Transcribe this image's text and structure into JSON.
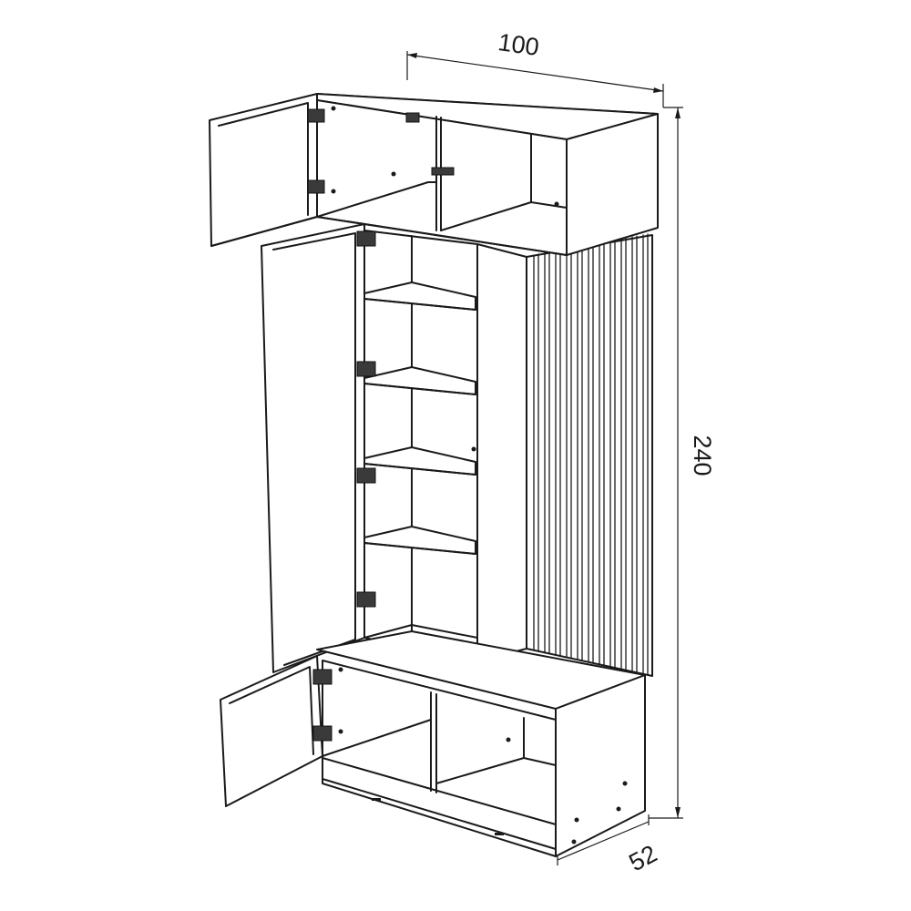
{
  "dimensions": {
    "width": "100",
    "height": "240",
    "depth": "52"
  }
}
